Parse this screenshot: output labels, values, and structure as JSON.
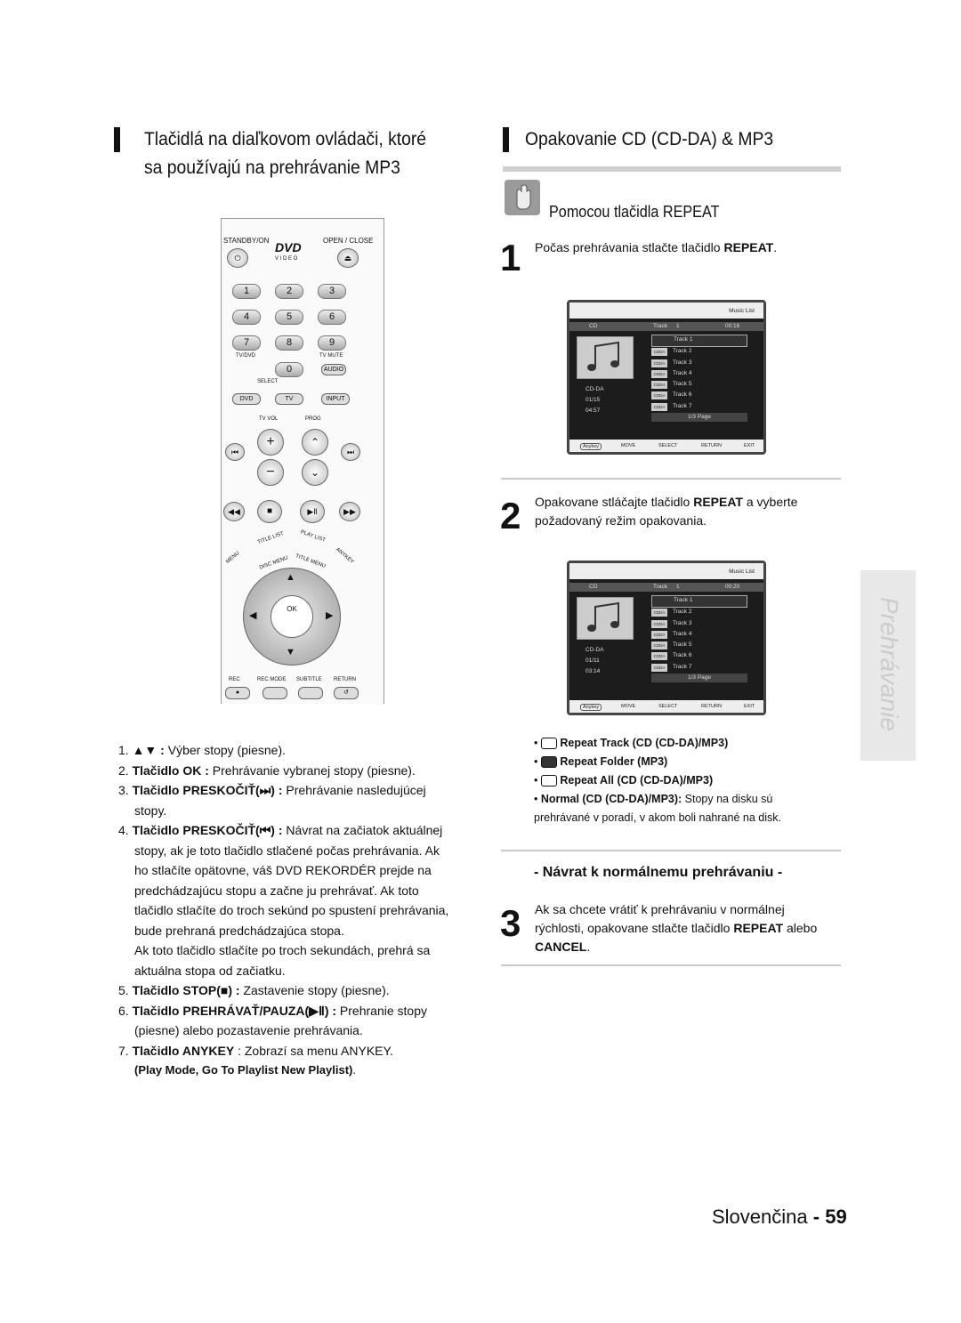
{
  "left_heading": {
    "line1": "Tlačidlá na diaľkovom ovládači, ktoré",
    "line2": "sa používajú na prehrávanie MP3"
  },
  "right_heading": "Opakovanie CD (CD-DA) & MP3",
  "sub_heading": "Pomocou tlačidla REPEAT",
  "steps": [
    {
      "num": "1",
      "text_a": "Počas prehrávania stlačte tlačidlo ",
      "text_b": "REPEAT",
      "text_c": "."
    },
    {
      "num": "2",
      "text_a": "Opakovane stláčajte tlačidlo ",
      "text_b": "REPEAT",
      "text_c": " a vyberte požadovaný režim opakovania."
    },
    {
      "num": "3",
      "text_a": "Ak sa chcete vrátiť k prehrávaniu v normálnej rýchlosti, opakovane stlačte tlačidlo ",
      "text_b": "REPEAT",
      "text_c": " alebo ",
      "text_d": "CANCEL",
      "text_e": "."
    }
  ],
  "return_heading": "- Návrat k normálnemu prehrávaniu -",
  "remote": {
    "standby": "STANDBY/ON",
    "open_close": "OPEN / CLOSE",
    "dvd_logo": "DVD",
    "video": "V I D E O",
    "digits": [
      "1",
      "2",
      "3",
      "4",
      "5",
      "6",
      "7",
      "8",
      "9",
      "0"
    ],
    "tvdvd": "TV/DVD",
    "tvmute": "TV MUTE",
    "audio": "AUDIO",
    "select": "SELECT",
    "dvd": "DVD",
    "tv": "TV",
    "input": "INPUT",
    "tvvol": "TV VOL",
    "prog": "PROG",
    "title_list": "TITLE LIST",
    "play_list": "PLAY LIST",
    "menu": "MENU",
    "disc_menu": "DISC MENU",
    "title_menu": "TITLE MENU",
    "anykey": "ANYKEY",
    "ok": "OK",
    "rec": "REC",
    "rec_mode": "REC MODE",
    "subtitle": "SUBTITLE",
    "return": "RETURN"
  },
  "screens": [
    {
      "title": "Music List",
      "cd": "CD",
      "track_label": "Track",
      "track_no": "1",
      "time": "00:16",
      "disc": "CD-DA",
      "count": "01/15",
      "total": "04:57",
      "tracks": [
        "Track 1",
        "Track 2",
        "Track 3",
        "Track 4",
        "Track 5",
        "Track 6",
        "Track 7"
      ],
      "tag": "CDDA",
      "page": "1/3 Page",
      "footer": {
        "anykey": "Anykey",
        "move": "MOVE",
        "select": "SELECT",
        "return": "RETURN",
        "exit": "EXIT"
      }
    },
    {
      "title": "Music List",
      "cd": "CD",
      "track_label": "Track",
      "track_no": "1",
      "time": "00:20",
      "disc": "CD-DA",
      "count": "01/11",
      "total": "03:14",
      "tracks": [
        "Track 1",
        "Track 2",
        "Track 3",
        "Track 4",
        "Track 5",
        "Track 6",
        "Track 7"
      ],
      "tag": "CDDA",
      "page": "1/3 Page",
      "footer": {
        "anykey": "Anykey",
        "move": "MOVE",
        "select": "SELECT",
        "return": "RETURN",
        "exit": "EXIT"
      }
    }
  ],
  "repeat_modes": [
    {
      "label": "Repeat Track (CD (CD-DA)/MP3)"
    },
    {
      "label": "Repeat Folder (MP3)"
    },
    {
      "label": "Repeat All (CD (CD-DA)/MP3)"
    }
  ],
  "normal_mode": {
    "label": "Normal (CD (CD-DA)/MP3):",
    "text": " Stopy na disku sú prehrávané v poradí, v akom boli nahrané na disk."
  },
  "left_list": [
    {
      "num": "1.",
      "bold": "▲▼ :",
      "text": " Výber stopy (piesne)."
    },
    {
      "num": "2.",
      "bold": "Tlačidlo OK :",
      "text": " Prehrávanie vybranej stopy (piesne)."
    },
    {
      "num": "3.",
      "bold": "Tlačidlo PRESKOČIŤ(⏭) :",
      "text": " Prehrávanie nasledujúcej stopy."
    },
    {
      "num": "4.",
      "bold": "Tlačidlo PRESKOČIŤ(⏮) :",
      "text": " Návrat na začiatok aktuálnej stopy, ak je toto tlačidlo stlačené počas prehrávania. Ak ho stlačíte opätovne, váš DVD REKORDÉR prejde na predchádzajúcu stopu a začne ju prehrávať. Ak toto tlačidlo stlačíte do troch sekúnd po spustení prehrávania, bude prehraná predchádzajúca stopa."
    },
    {
      "num": "",
      "bold": "",
      "text": "Ak toto tlačidlo stlačíte po troch sekundách, prehrá sa aktuálna stopa od začiatku."
    },
    {
      "num": "5.",
      "bold": "Tlačidlo STOP(■) :",
      "text": " Zastavenie stopy (piesne)."
    },
    {
      "num": "6.",
      "bold": "Tlačidlo PREHRÁVAŤ/PAUZA(▶Ⅱ) :",
      "text": " Prehranie stopy (piesne) alebo pozastavenie prehrávania."
    },
    {
      "num": "7.",
      "bold": "Tlačidlo ANYKEY",
      "text": " : Zobrazí sa menu ANYKEY."
    },
    {
      "num": "",
      "bold": "(Play Mode, Go To Playlist New Playlist)",
      "text": "."
    }
  ],
  "side_tab": "Prehrávanie",
  "footer": {
    "language": "Slovenčina",
    "dash": " - ",
    "page": "59"
  }
}
